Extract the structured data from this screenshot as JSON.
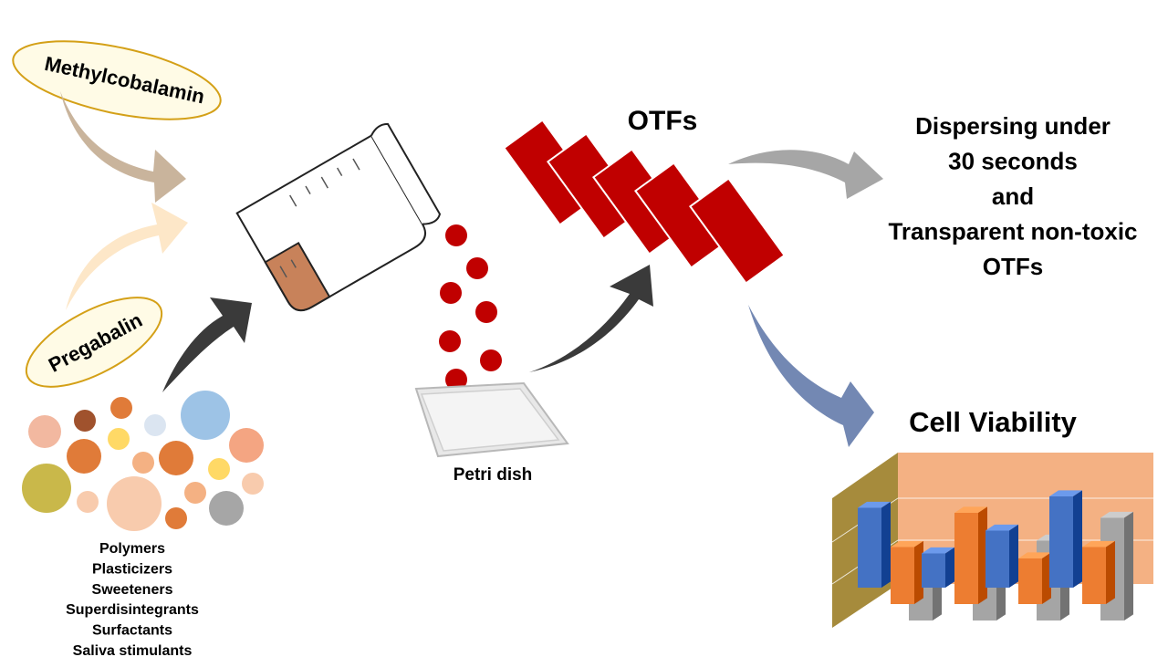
{
  "labels": {
    "methylcobalamin": "Methylcobalamin",
    "pregabalin": "Pregabalin",
    "petri_dish": "Petri dish",
    "otfs": "OTFs",
    "cell_viability": "Cell Viability"
  },
  "excipients": [
    "Polymers",
    "Plasticizers",
    "Sweeteners",
    "Superdisintegrants",
    "Surfactants",
    "Saliva stimulants"
  ],
  "outcome_lines": [
    "Dispersing under",
    "30 seconds",
    "and",
    "Transparent non-toxic",
    "OTFs"
  ],
  "colors": {
    "film_red": "#c00000",
    "drop_red": "#c00000",
    "liquid": "#c8825a",
    "arrow_dark": "#3a3a3a",
    "arrow_tan": "#c9b49c",
    "arrow_cream": "#fde7c8",
    "arrow_grey": "#a6a6a6",
    "arrow_blue": "#7388b3",
    "oval_border": "#d4a017",
    "chart_bg": "#f4b183",
    "chart_side": "#a68b3c",
    "bar_blue": "#4472c4",
    "bar_orange": "#ed7d31",
    "bar_grey": "#a5a5a5"
  },
  "chart_data": {
    "type": "bar",
    "style": "3d-clustered",
    "title": "",
    "categories": [
      "",
      "",
      "",
      ""
    ],
    "series": [
      {
        "values": [
          7,
          3,
          5,
          8
        ]
      },
      {
        "values": [
          5,
          8,
          4,
          5
        ]
      },
      {
        "values": [
          3,
          3,
          7,
          9
        ]
      }
    ],
    "axis_labels": false,
    "legend": "none"
  }
}
